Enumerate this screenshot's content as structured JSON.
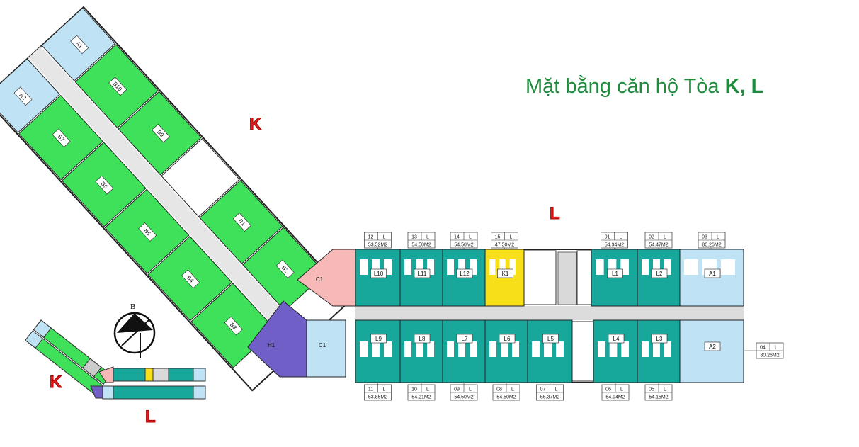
{
  "title": {
    "text": "Mặt bằng căn hộ Tòa",
    "buildings": "K, L"
  },
  "building_labels": {
    "k": "K",
    "l": "L",
    "key_k": "K",
    "key_l": "L"
  },
  "compass": {
    "label": "B",
    "icon": "compass-north-arrow-icon"
  },
  "colors": {
    "type_a": "#bfe3f5",
    "type_b": "#3fe05a",
    "type_c": "#f7b8b8",
    "type_h": "#6f5fc7",
    "type_l": "#17a89b",
    "type_k1": "#f7df1a",
    "core": "#d9d9d9",
    "title": "#1e8c3c",
    "letters": "#e02020"
  },
  "building_l": {
    "top_units": [
      {
        "code": "L10",
        "no": "12",
        "block": "L",
        "area": "53.52M2"
      },
      {
        "code": "L11",
        "no": "13",
        "block": "L",
        "area": "54.50M2"
      },
      {
        "code": "L12",
        "no": "14",
        "block": "L",
        "area": "54.50M2"
      },
      {
        "code": "K1",
        "no": "15",
        "block": "L",
        "area": "47.50M2"
      },
      {
        "code": "L1",
        "no": "01",
        "block": "L",
        "area": "54.94M2"
      },
      {
        "code": "L2",
        "no": "02",
        "block": "L",
        "area": "54.47M2"
      },
      {
        "code": "A1",
        "no": "03",
        "block": "L",
        "area": "80.26M2"
      }
    ],
    "bottom_units": [
      {
        "code": "L9",
        "no": "11",
        "block": "L",
        "area": "53.85M2"
      },
      {
        "code": "L8",
        "no": "10",
        "block": "L",
        "area": "54.21M2"
      },
      {
        "code": "L7",
        "no": "09",
        "block": "L",
        "area": "54.50M2"
      },
      {
        "code": "L6",
        "no": "08",
        "block": "L",
        "area": "54.50M2"
      },
      {
        "code": "L5",
        "no": "07",
        "block": "L",
        "area": "55.37M2"
      },
      {
        "code": "L4",
        "no": "06",
        "block": "L",
        "area": "54.94M2"
      },
      {
        "code": "L3",
        "no": "05",
        "block": "L",
        "area": "54.15M2"
      },
      {
        "code": "A2",
        "no": "04",
        "block": "L",
        "area": "80.26M2"
      }
    ]
  },
  "building_k": {
    "upper_row": [
      "A1",
      "B10",
      "B9",
      "",
      "B1",
      "B2"
    ],
    "lower_row": [
      "A2",
      "B7",
      "B6",
      "B5",
      "B4",
      "B3",
      "H1"
    ],
    "junction": [
      "C1",
      "C1"
    ]
  }
}
